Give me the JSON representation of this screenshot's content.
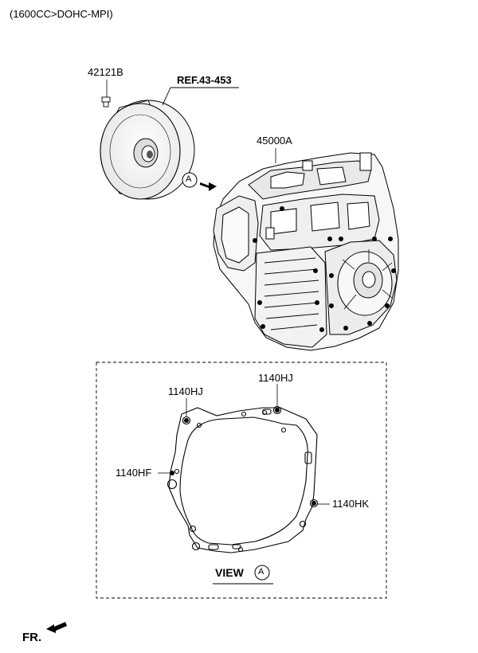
{
  "header": {
    "engine_spec": "(1600CC>DOHC-MPI)"
  },
  "parts": {
    "torque_converter_bolt": "42121B",
    "ref": "REF.43-453",
    "transaxle": "45000A",
    "view_marker": "A"
  },
  "view_detail": {
    "label": "VIEW",
    "marker": "A",
    "callouts": {
      "top_left": "1140HJ",
      "top_right": "1140HJ",
      "left": "1140HF",
      "right": "1140HK"
    }
  },
  "footer": {
    "direction": "FR."
  }
}
